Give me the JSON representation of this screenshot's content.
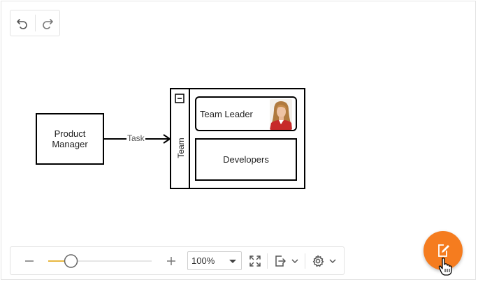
{
  "history": {
    "undo_icon": "undo-icon",
    "redo_icon": "redo-icon"
  },
  "diagram": {
    "product_manager": "Product\nManager",
    "connector_label": "Task",
    "team_container": "Team",
    "team_leader": "Team Leader",
    "developers": "Developers",
    "collapse_icon": "minus-square-icon"
  },
  "toolbar": {
    "zoom_out_icon": "minus-icon",
    "zoom_in_icon": "plus-icon",
    "zoom_level": 0.22,
    "zoom_value": "100%",
    "fit_icon": "fit-to-screen-icon",
    "export_icon": "export-icon",
    "settings_icon": "gear-icon"
  },
  "fab": {
    "icon": "edit-icon",
    "color": "#f57c1f"
  },
  "colors": {
    "slider_fill": "#e0a100",
    "accent": "#f57c1f"
  }
}
